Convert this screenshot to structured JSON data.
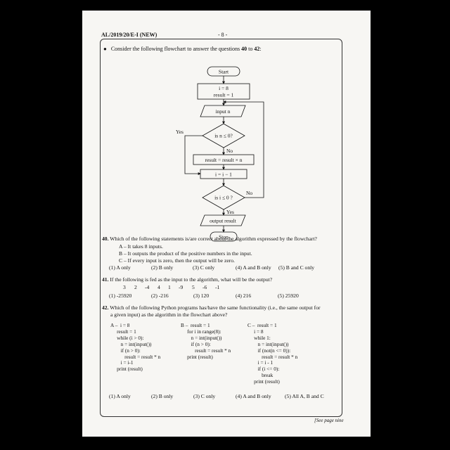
{
  "header": {
    "code": "AL/2019/20/E-I (NEW)",
    "page": "- 8 -"
  },
  "intro": {
    "bullet": "●",
    "prefix": "Consider the following flowchart to answer the questions ",
    "from": "40",
    "mid": " to ",
    "to": "42",
    "suffix": ":"
  },
  "flowchart": {
    "start": "Start",
    "init_1": "i = 8",
    "init_2": "result = 1",
    "input": "input n",
    "cond_1": "is n ≤ 0?",
    "yes_1": "Yes",
    "no_1": "No",
    "multiply": "result = result × n",
    "decrement": "i = i − 1",
    "cond_2": "is i ≤ 0 ?",
    "no_2": "No",
    "yes_2": "Yes",
    "output": "output result",
    "stop": "Stop"
  },
  "q40": {
    "number": "40.",
    "stem": "Which of the following statements is/are correct about the algorithm expressed by the flowchart?",
    "statements": [
      "A – It takes 8 inputs.",
      "B – It outputs the product of the positive numbers in the input.",
      "C – If every input is zero, then the output will be zero."
    ],
    "options": [
      "(1) A only",
      "(2) B only",
      "(3) C only",
      "(4) A and B only",
      "(5) B and C only"
    ]
  },
  "q41": {
    "number": "41.",
    "stem": "If the following is fed as the input to the algorithm, what will be the output?",
    "inputs": [
      "3",
      "2",
      "-4",
      "4",
      "1",
      "-9",
      "5",
      "-6",
      "-1"
    ],
    "options": [
      "(1) -25920",
      "(2) -216",
      "(3) 120",
      "(4) 216",
      "(5) 25920"
    ]
  },
  "q42": {
    "number": "42.",
    "stem_line1": "Which of the following Python programs has/have the same functionality (i.e., the same output for",
    "stem_line2": "a given input) as the algorithm in the flowchart above?",
    "programs": {
      "A": "A –  i = 8\n     result = 1\n     while (i > 0):\n        n = int(input())\n        if (n > 0):\n           result = result * n\n        i = i-1\n     print (result)",
      "B": "B –  result = 1\n     for i in range(8):\n        n = int(input())\n        if (n > 0):\n           result = result * n\n     print (result)",
      "C": "C –  result = 1\n     i = 8\n     while 1:\n        n = int(input())\n        if (not(n <= 0)):\n           result = result * n\n        i = i - 1\n        if (i <= 0):\n           break\n     print (result)"
    },
    "options": [
      "(1) A only",
      "(2) B only",
      "(3) C only",
      "(4) A and B only",
      "(5) All A, B and C"
    ]
  },
  "footer": "[See page nine"
}
